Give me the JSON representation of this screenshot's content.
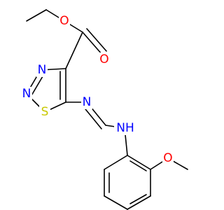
{
  "molecule": {
    "atoms": {
      "O_carbonyl": {
        "symbol": "O",
        "color": "#FF0000"
      },
      "O_ester": {
        "symbol": "O",
        "color": "#FF0000"
      },
      "N3": {
        "symbol": "N",
        "color": "#0000FF"
      },
      "N2": {
        "symbol": "N",
        "color": "#0000FF"
      },
      "S1": {
        "symbol": "S",
        "color": "#C8C800"
      },
      "N_imine": {
        "symbol": "N",
        "color": "#0000FF"
      },
      "NH": {
        "symbol": "NH",
        "color": "#0000FF"
      },
      "O_methoxy": {
        "symbol": "O",
        "color": "#FF0000"
      }
    }
  }
}
